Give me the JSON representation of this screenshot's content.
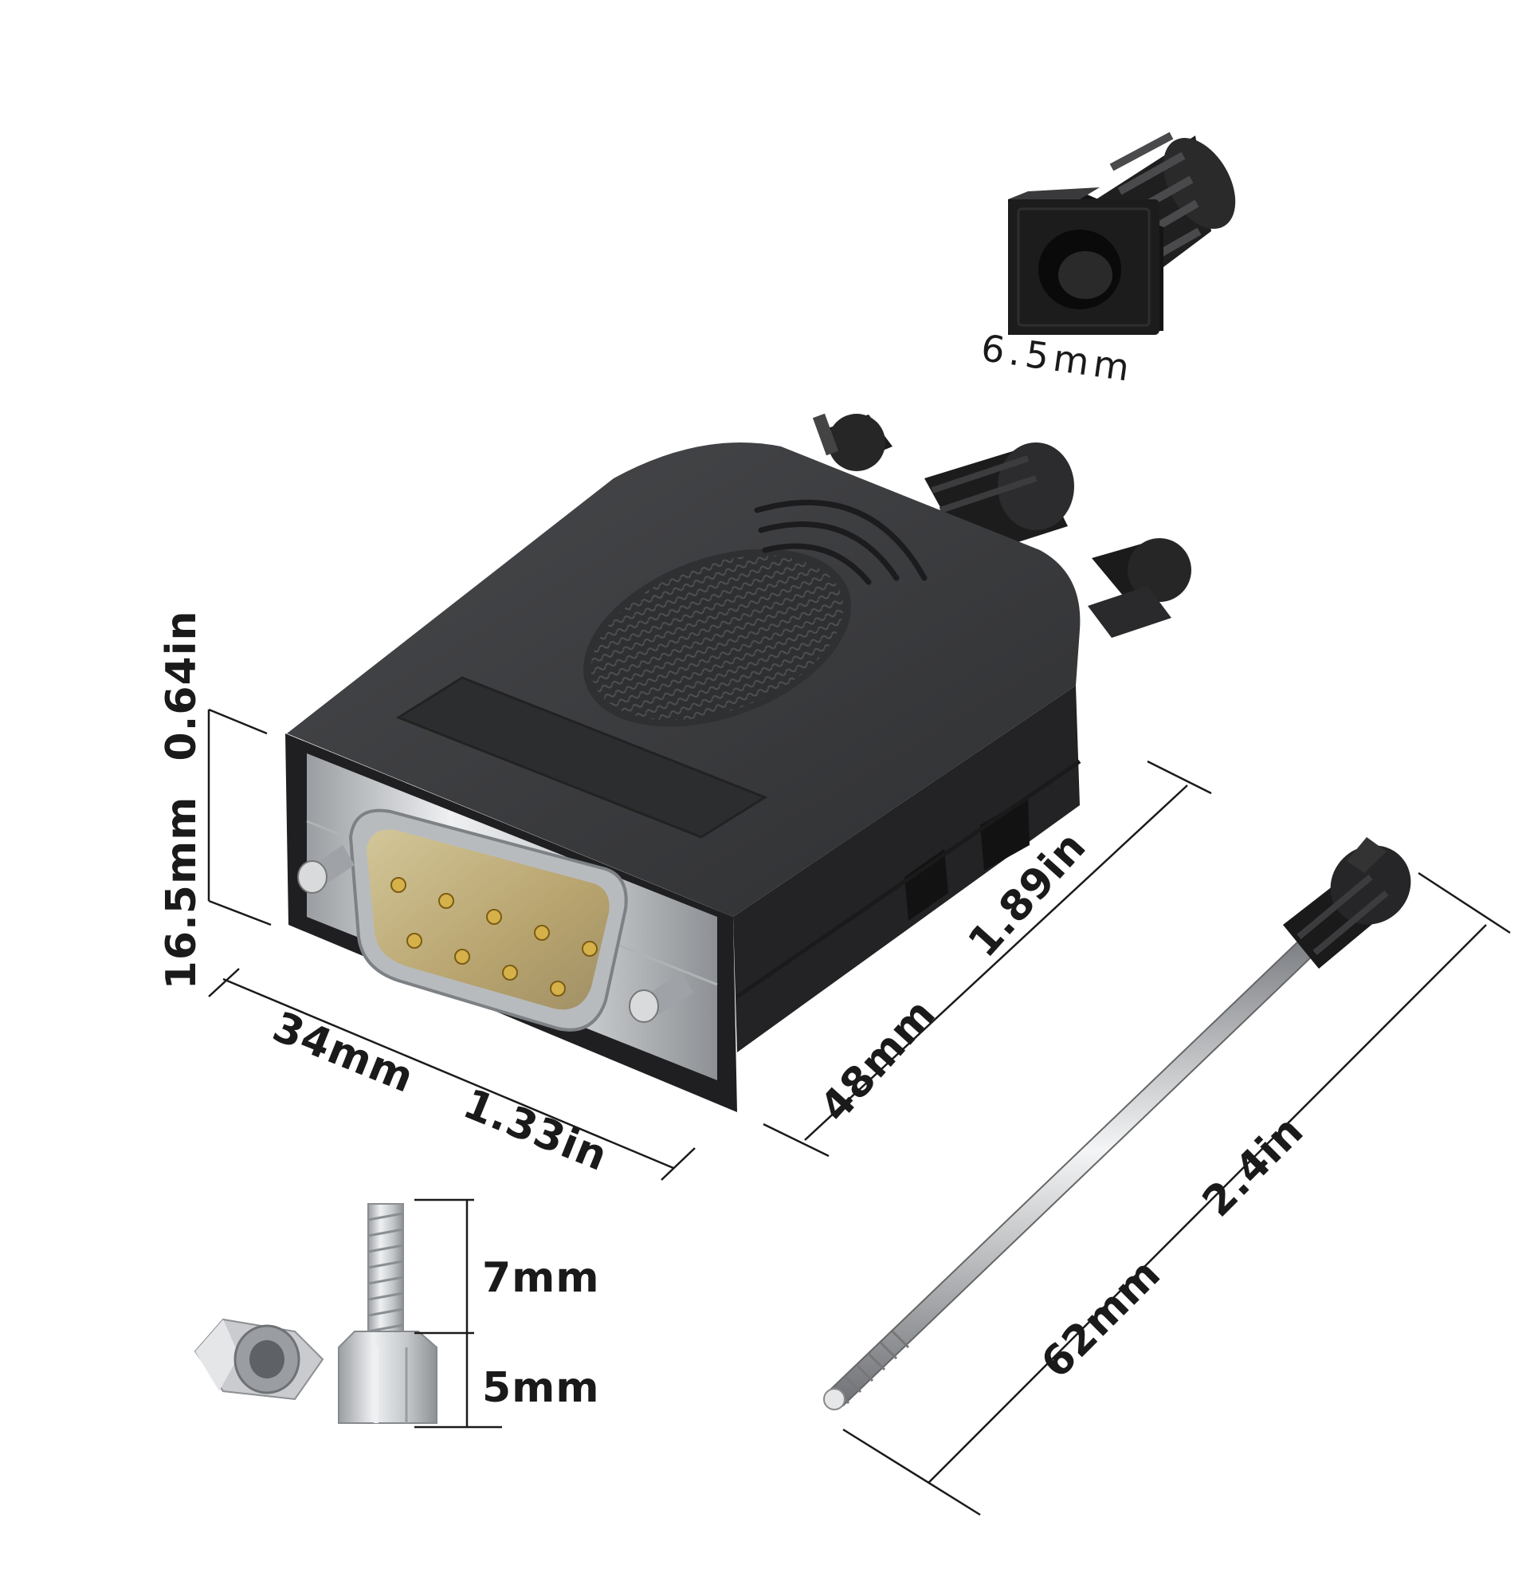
{
  "dimensions": {
    "grommet_hole": "6.5mm",
    "height_mm": "16.5mm",
    "height_in": "0.64in",
    "width_mm": "34mm",
    "width_in": "1.33in",
    "length_mm": "48mm",
    "length_in": "1.89in",
    "screw_len_mm": "62mm",
    "screw_len_in": "2.4in",
    "standoff_thread": "7mm",
    "standoff_hex": "5mm"
  },
  "colors": {
    "housing": "#2b2b2d",
    "housing_top": "#3a3a3c",
    "metal": "#d4d6d8",
    "gold": "#c9a23a",
    "text": "#1a1a1a"
  }
}
